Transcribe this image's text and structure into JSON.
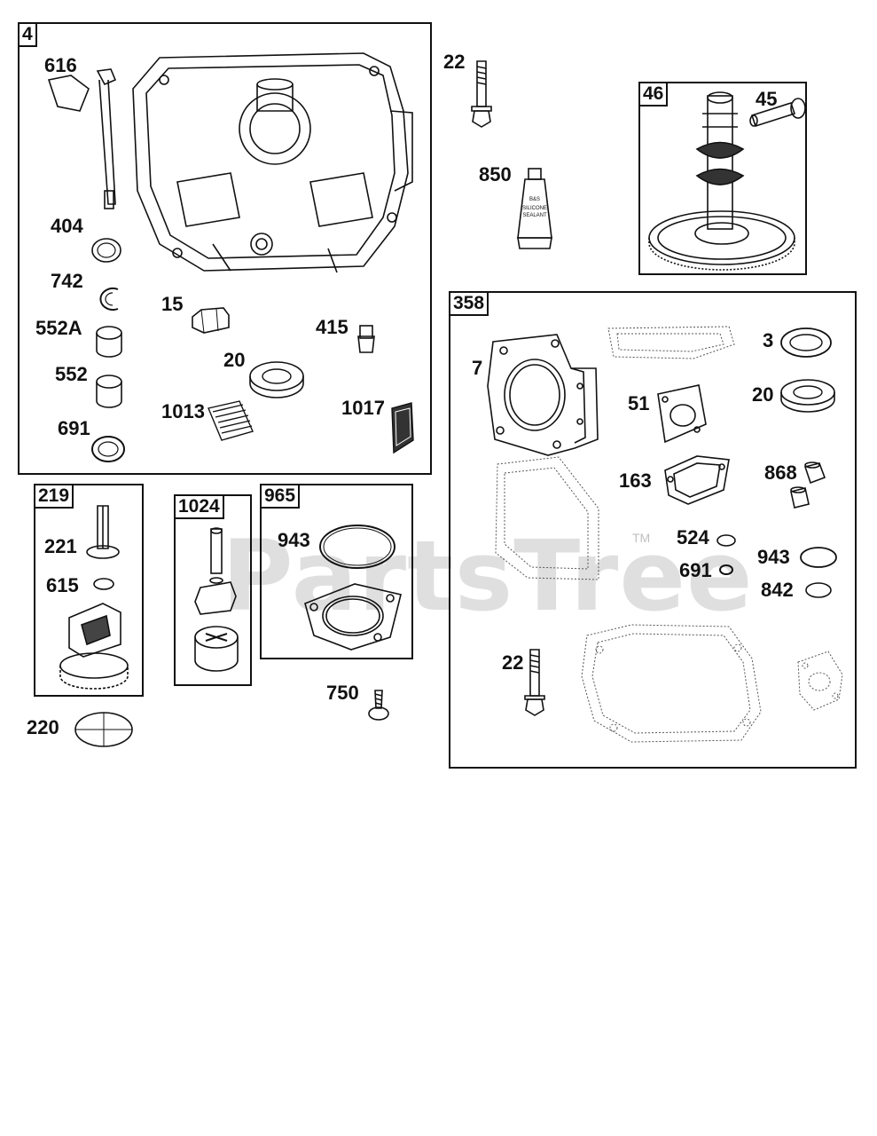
{
  "watermark": {
    "text": "PartsTree",
    "tm": "TM"
  },
  "boxes": {
    "b4": "4",
    "b46": "46",
    "b358": "358",
    "b219": "219",
    "b1024": "1024",
    "b965": "965"
  },
  "labels": {
    "l616": "616",
    "l404": "404",
    "l742": "742",
    "l552A": "552A",
    "l552": "552",
    "l691a": "691",
    "l15": "15",
    "l415": "415",
    "l20a": "20",
    "l1013": "1013",
    "l1017": "1017",
    "l22a": "22",
    "l850": "850",
    "l45": "45",
    "l221": "221",
    "l615": "615",
    "l220": "220",
    "l943a": "943",
    "l750": "750",
    "l7": "7",
    "l3": "3",
    "l51": "51",
    "l20b": "20",
    "l163": "163",
    "l868": "868",
    "l524": "524",
    "l691b": "691",
    "l943b": "943",
    "l842": "842",
    "l22b": "22"
  },
  "sealant_text": {
    "brand": "B&S",
    "line1": "SILICONE",
    "line2": "SEALANT"
  }
}
